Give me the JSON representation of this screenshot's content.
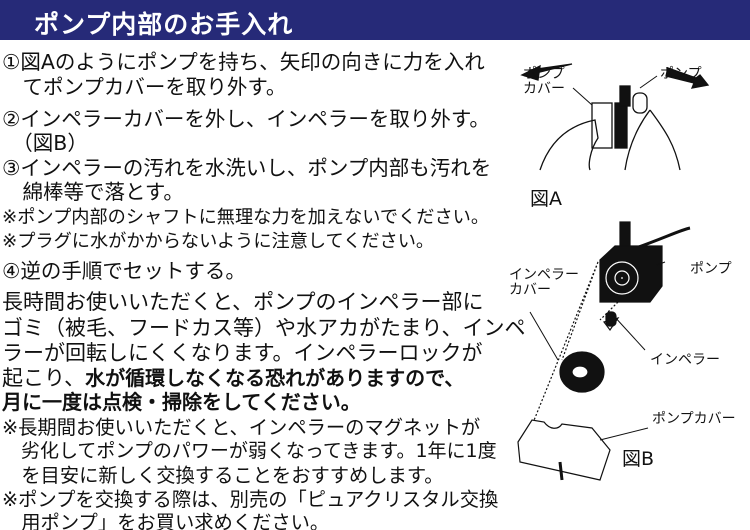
{
  "title": "ポンプ内部のお手入れ",
  "lines": [
    "①図Aのようにポンプを持ち、矢印の向きに力を入れ",
    "　てポンプカバーを取り外す。",
    "②インペラーカバーを外し、インペラーを取り外す。",
    "　（図B）",
    "③インペラーの汚れを水洗いし、ポンプ内部も汚れを",
    "　綿棒等で落とす。",
    "※ポンプ内部のシャフトに無理な力を加えないでください。",
    "※プラグに水がかからないように注意してください。",
    "④逆の手順でセットする。",
    "長時間お使いいただくと、ポンプのインペラー部に",
    "ゴミ（被毛、フードカス等）や水アカがたまり、インペ",
    "ラーが回転しにくくなります。インペラーロックが",
    "起こり、",
    "水が循環しなくなる恐れがありますので、",
    "月に一度は点検・掃除をしてください。",
    "※長期間お使いいただくと、インペラーのマグネットが",
    "　劣化してポンプのパワーが弱くなってきます。1年に1度",
    "　を目安に新しく交換することをおすすめします。",
    "※ポンプを交換する際は、別売の「ピュアクリスタル交換",
    "　用ポンプ」をお買い求めください。"
  ],
  "figA": {
    "label_cover": [
      "ポンプ",
      "カバー"
    ],
    "label_pump": "ポンプ",
    "caption": "図A"
  },
  "figB": {
    "label_impeller_cover": [
      "インペラー",
      "カバー"
    ],
    "label_pump": "ポンプ",
    "label_impeller": "インペラー",
    "label_pump_cover": "ポンプカバー",
    "caption": "図B"
  },
  "colors": {
    "header": "#262a78"
  }
}
